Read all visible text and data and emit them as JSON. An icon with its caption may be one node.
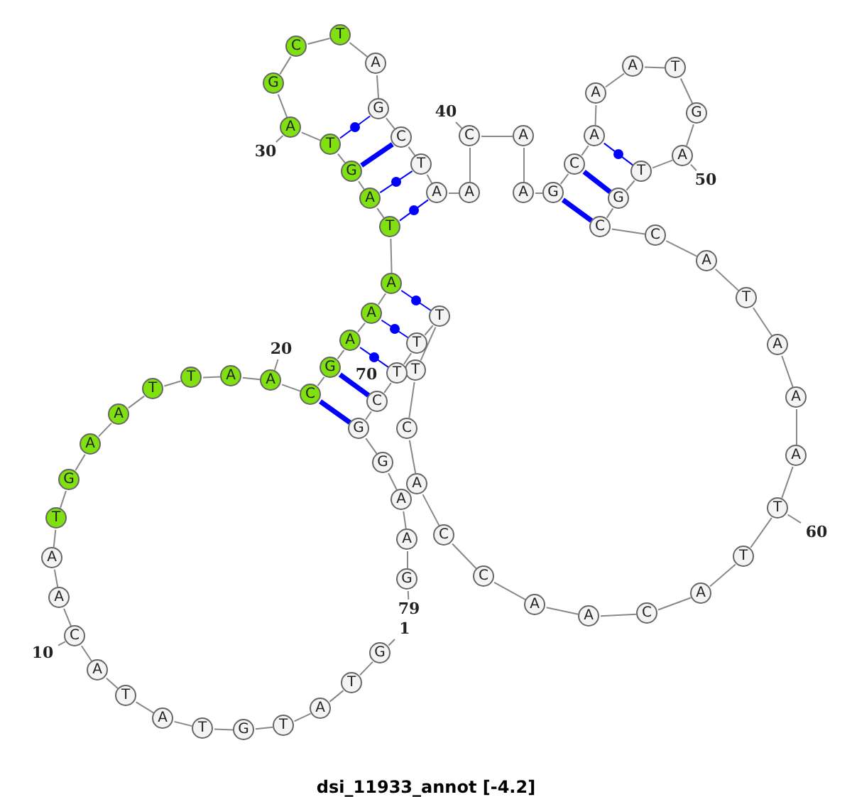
{
  "diagram": {
    "title": "dsi_11933_annot [-4.2]",
    "nodes": [
      {
        "text": [
          "G"
        ]
      },
      {
        "text": [
          "T"
        ]
      },
      {
        "text": [
          "A"
        ]
      },
      {
        "text": [
          "T"
        ]
      },
      {
        "text": [
          "G"
        ]
      },
      {
        "text": [
          "T"
        ]
      },
      {
        "text": [
          "A"
        ]
      },
      {
        "text": [
          "T"
        ]
      },
      {
        "text": [
          "A"
        ]
      },
      {
        "text": [
          "C"
        ]
      },
      {
        "text": [
          "A"
        ]
      },
      {
        "text": [
          "A"
        ]
      },
      {
        "text": [
          "T"
        ]
      },
      {
        "text": [
          "G"
        ]
      },
      {
        "text": [
          "A"
        ]
      },
      {
        "text": [
          "A"
        ]
      },
      {
        "text": [
          "T"
        ]
      },
      {
        "text": [
          "T"
        ]
      },
      {
        "text": [
          "A"
        ]
      },
      {
        "text": [
          "A"
        ]
      },
      {
        "text": [
          "C"
        ]
      },
      {
        "text": [
          "G"
        ]
      },
      {
        "text": [
          "A"
        ]
      },
      {
        "text": [
          "A"
        ]
      },
      {
        "text": [
          "A"
        ]
      },
      {
        "text": [
          "T"
        ]
      },
      {
        "text": [
          "A"
        ]
      },
      {
        "text": [
          "G"
        ]
      },
      {
        "text": [
          "T"
        ]
      },
      {
        "text": [
          "A"
        ]
      },
      {
        "text": [
          "G"
        ]
      },
      {
        "text": [
          "C"
        ]
      },
      {
        "text": [
          "T"
        ]
      },
      {
        "text": [
          "A"
        ]
      },
      {
        "text": [
          "G"
        ]
      },
      {
        "text": [
          "C"
        ]
      },
      {
        "text": [
          "T"
        ]
      },
      {
        "text": [
          "A"
        ]
      },
      {
        "text": [
          "A"
        ]
      },
      {
        "text": [
          "C"
        ]
      },
      {
        "text": [
          "A"
        ]
      },
      {
        "text": [
          "A"
        ]
      },
      {
        "text": [
          "G"
        ]
      },
      {
        "text": [
          "C"
        ]
      },
      {
        "text": [
          "A"
        ]
      },
      {
        "text": [
          "A"
        ]
      },
      {
        "text": [
          "A"
        ]
      },
      {
        "text": [
          "T"
        ]
      },
      {
        "text": [
          "G"
        ]
      },
      {
        "text": [
          "A"
        ]
      },
      {
        "text": [
          "T"
        ]
      },
      {
        "text": [
          "G"
        ]
      },
      {
        "text": [
          "C"
        ]
      },
      {
        "text": [
          "C"
        ]
      },
      {
        "text": [
          "A"
        ]
      },
      {
        "text": [
          "T"
        ]
      },
      {
        "text": [
          "A"
        ]
      },
      {
        "text": [
          "A"
        ]
      },
      {
        "text": [
          "A"
        ]
      },
      {
        "text": [
          "T"
        ]
      },
      {
        "text": [
          "T"
        ]
      },
      {
        "text": [
          "A"
        ]
      },
      {
        "text": [
          "C"
        ]
      },
      {
        "text": [
          "A"
        ]
      },
      {
        "text": [
          "A"
        ]
      },
      {
        "text": [
          "C"
        ]
      },
      {
        "text": [
          "C"
        ]
      },
      {
        "text": [
          "A"
        ]
      },
      {
        "text": [
          "C"
        ]
      },
      {
        "text": [
          "T"
        ]
      },
      {
        "text": [
          "T"
        ]
      },
      {
        "text": [
          "T"
        ]
      },
      {
        "text": [
          "T"
        ]
      },
      {
        "text": [
          "C"
        ]
      },
      {
        "text": [
          "G"
        ]
      },
      {
        "text": [
          "G"
        ]
      },
      {
        "text": [
          "A"
        ]
      },
      {
        "text": [
          "A"
        ]
      },
      {
        "text": [
          "G"
        ]
      },
      {
        "text": [
          "10"
        ]
      },
      {
        "text": [
          "20"
        ]
      },
      {
        "text": [
          "30"
        ]
      },
      {
        "text": [
          "40"
        ]
      },
      {
        "text": [
          "50"
        ]
      },
      {
        "text": [
          "60"
        ]
      },
      {
        "text": [
          "79"
        ]
      },
      {
        "text": [
          "1"
        ]
      }
    ],
    "edges": [
      {
        "from": 0,
        "to": 1,
        "arrow": "none"
      },
      {
        "from": 1,
        "to": 2,
        "arrow": "none"
      },
      {
        "from": 2,
        "to": 3,
        "arrow": "none"
      },
      {
        "from": 3,
        "to": 4,
        "arrow": "none"
      },
      {
        "from": 4,
        "to": 5,
        "arrow": "none"
      },
      {
        "from": 5,
        "to": 6,
        "arrow": "none"
      },
      {
        "from": 6,
        "to": 7,
        "arrow": "none"
      },
      {
        "from": 7,
        "to": 8,
        "arrow": "none"
      },
      {
        "from": 8,
        "to": 9,
        "arrow": "none"
      },
      {
        "from": 9,
        "to": 10,
        "arrow": "none"
      },
      {
        "from": 10,
        "to": 11,
        "arrow": "none"
      },
      {
        "from": 11,
        "to": 12,
        "arrow": "none"
      },
      {
        "from": 12,
        "to": 13,
        "arrow": "none"
      },
      {
        "from": 13,
        "to": 14,
        "arrow": "none"
      },
      {
        "from": 14,
        "to": 15,
        "arrow": "none"
      },
      {
        "from": 15,
        "to": 16,
        "arrow": "none"
      },
      {
        "from": 16,
        "to": 17,
        "arrow": "none"
      },
      {
        "from": 17,
        "to": 18,
        "arrow": "none"
      },
      {
        "from": 18,
        "to": 19,
        "arrow": "none"
      },
      {
        "from": 19,
        "to": 20,
        "arrow": "none"
      },
      {
        "from": 20,
        "to": 21,
        "arrow": "none"
      },
      {
        "from": 21,
        "to": 22,
        "arrow": "none"
      },
      {
        "from": 22,
        "to": 23,
        "arrow": "none"
      },
      {
        "from": 23,
        "to": 24,
        "arrow": "none"
      },
      {
        "from": 24,
        "to": 25,
        "arrow": "none"
      },
      {
        "from": 25,
        "to": 26,
        "arrow": "none"
      },
      {
        "from": 26,
        "to": 27,
        "arrow": "none"
      },
      {
        "from": 27,
        "to": 28,
        "arrow": "none"
      },
      {
        "from": 28,
        "to": 29,
        "arrow": "none"
      },
      {
        "from": 29,
        "to": 30,
        "arrow": "none"
      },
      {
        "from": 30,
        "to": 31,
        "arrow": "none"
      },
      {
        "from": 31,
        "to": 32,
        "arrow": "none"
      },
      {
        "from": 32,
        "to": 33,
        "arrow": "none"
      },
      {
        "from": 33,
        "to": 34,
        "arrow": "none"
      },
      {
        "from": 34,
        "to": 35,
        "arrow": "none"
      },
      {
        "from": 35,
        "to": 36,
        "arrow": "none"
      },
      {
        "from": 36,
        "to": 37,
        "arrow": "none"
      },
      {
        "from": 37,
        "to": 38,
        "arrow": "none"
      },
      {
        "from": 38,
        "to": 39,
        "arrow": "none"
      },
      {
        "from": 39,
        "to": 40,
        "arrow": "none"
      },
      {
        "from": 40,
        "to": 41,
        "arrow": "none"
      },
      {
        "from": 41,
        "to": 42,
        "arrow": "none"
      },
      {
        "from": 42,
        "to": 43,
        "arrow": "none"
      },
      {
        "from": 43,
        "to": 44,
        "arrow": "none"
      },
      {
        "from": 44,
        "to": 45,
        "arrow": "none"
      },
      {
        "from": 45,
        "to": 46,
        "arrow": "none"
      },
      {
        "from": 46,
        "to": 47,
        "arrow": "none"
      },
      {
        "from": 47,
        "to": 48,
        "arrow": "none"
      },
      {
        "from": 48,
        "to": 49,
        "arrow": "none"
      },
      {
        "from": 49,
        "to": 50,
        "arrow": "none"
      },
      {
        "from": 50,
        "to": 51,
        "arrow": "none"
      },
      {
        "from": 51,
        "to": 52,
        "arrow": "none"
      },
      {
        "from": 52,
        "to": 53,
        "arrow": "none"
      },
      {
        "from": 53,
        "to": 54,
        "arrow": "none"
      },
      {
        "from": 54,
        "to": 55,
        "arrow": "none"
      },
      {
        "from": 55,
        "to": 56,
        "arrow": "none"
      },
      {
        "from": 56,
        "to": 57,
        "arrow": "none"
      },
      {
        "from": 57,
        "to": 58,
        "arrow": "none"
      },
      {
        "from": 58,
        "to": 59,
        "arrow": "none"
      },
      {
        "from": 59,
        "to": 60,
        "arrow": "none"
      },
      {
        "from": 60,
        "to": 61,
        "arrow": "none"
      },
      {
        "from": 61,
        "to": 62,
        "arrow": "none"
      },
      {
        "from": 62,
        "to": 63,
        "arrow": "none"
      },
      {
        "from": 63,
        "to": 64,
        "arrow": "none"
      },
      {
        "from": 64,
        "to": 65,
        "arrow": "none"
      },
      {
        "from": 65,
        "to": 66,
        "arrow": "none"
      },
      {
        "from": 66,
        "to": 67,
        "arrow": "none"
      },
      {
        "from": 67,
        "to": 68,
        "arrow": "none"
      },
      {
        "from": 68,
        "to": 69,
        "arrow": "none"
      },
      {
        "from": 69,
        "to": 70,
        "arrow": "none"
      },
      {
        "from": 70,
        "to": 71,
        "arrow": "none"
      },
      {
        "from": 71,
        "to": 72,
        "arrow": "none"
      },
      {
        "from": 72,
        "to": 73,
        "arrow": "none"
      },
      {
        "from": 73,
        "to": 74,
        "arrow": "none"
      },
      {
        "from": 74,
        "to": 75,
        "arrow": "none"
      },
      {
        "from": 75,
        "to": 76,
        "arrow": "none"
      },
      {
        "from": 76,
        "to": 77,
        "arrow": "none"
      },
      {
        "from": 77,
        "to": 78,
        "arrow": "none"
      },
      {
        "from": 20,
        "to": 74,
        "arrow": "none",
        "style": "thick",
        "color": "#0000ff"
      },
      {
        "from": 21,
        "to": 73,
        "arrow": "none",
        "style": "thick",
        "color": "#0000ff"
      },
      {
        "from": 22,
        "to": 72,
        "arrow": "none",
        "color": "#0000ff"
      },
      {
        "from": 23,
        "to": 71,
        "arrow": "none",
        "color": "#0000ff"
      },
      {
        "from": 24,
        "to": 70,
        "arrow": "none",
        "color": "#0000ff"
      },
      {
        "from": 25,
        "to": 37,
        "arrow": "none",
        "color": "#0000ff"
      },
      {
        "from": 26,
        "to": 36,
        "arrow": "none",
        "color": "#0000ff"
      },
      {
        "from": 27,
        "to": 35,
        "arrow": "none",
        "style": "thick",
        "color": "#0000ff"
      },
      {
        "from": 28,
        "to": 34,
        "arrow": "none",
        "color": "#0000ff"
      },
      {
        "from": 42,
        "to": 52,
        "arrow": "none",
        "style": "thick",
        "color": "#0000ff"
      },
      {
        "from": 43,
        "to": 51,
        "arrow": "none",
        "style": "thick",
        "color": "#0000ff"
      },
      {
        "from": 44,
        "to": 50,
        "arrow": "none",
        "color": "#0000ff"
      },
      {
        "from": 79,
        "to": 9,
        "arrow": "none"
      },
      {
        "from": 80,
        "to": 19,
        "arrow": "none"
      },
      {
        "from": 81,
        "to": 29,
        "arrow": "none"
      },
      {
        "from": 82,
        "to": 39,
        "arrow": "none"
      },
      {
        "from": 83,
        "to": 49,
        "arrow": "none"
      },
      {
        "from": 84,
        "to": 59,
        "arrow": "none"
      },
      {
        "from": 85,
        "to": 78,
        "arrow": "none"
      },
      {
        "from": 86,
        "to": 0,
        "arrow": "none"
      }
    ],
    "labels": [
      "70"
    ]
  }
}
